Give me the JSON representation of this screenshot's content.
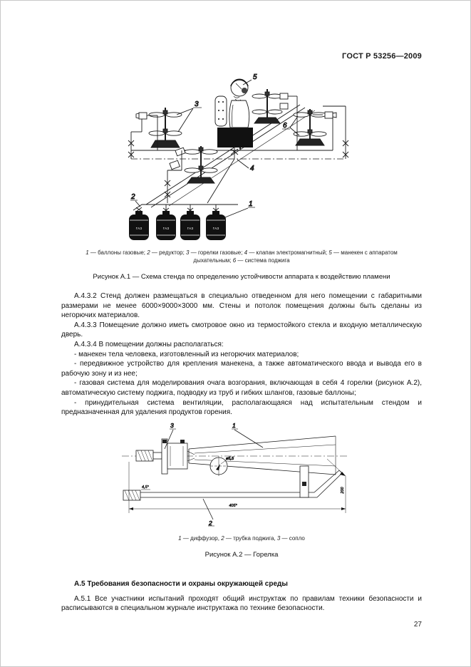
{
  "header": {
    "standard_code": "ГОСТ Р 53256—2009"
  },
  "figure_a1": {
    "caption": "Рисунок А.1 — Схема стенда по определению устойчивости аппарата к воздействию пламени",
    "legend": {
      "items": [
        {
          "num": "1",
          "rest": " — баллоны газовые; "
        },
        {
          "num": "2",
          "rest": " — редуктор; "
        },
        {
          "num": "3",
          "rest": " — горелки газовые; "
        },
        {
          "num": "4",
          "rest": " — клапан электромагнитный; "
        },
        {
          "num": "5",
          "rest": " — манекен с аппаратом дыхательным; "
        },
        {
          "num": "6",
          "rest": " — система поджига"
        }
      ]
    },
    "labels": {
      "l1": "1",
      "l2": "2",
      "l3": "3",
      "l4": "4",
      "l5": "5",
      "l6": "6"
    },
    "cylinder_label": "ГАЗ"
  },
  "body": {
    "paragraphs": [
      "А.4.3.2 Стенд должен размещаться в специально отведенном для него помещении с габаритными размерами не менее 6000×9000×3000 мм. Стены и потолок помещения должны быть сделаны из негорючих материалов.",
      "А.4.3.3 Помещение должно иметь смотровое окно из термостойкого стекла и входную металлическую дверь.",
      "А.4.3.4 В помещении должны располагаться:",
      "- манекен тела человека, изготовленный из негорючих материалов;",
      "- передвижное устройство для крепления манекена, а также автоматического ввода и вывода его в рабочую зону и из нее;",
      "- газовая система для моделирования очага возгорания, включающая в себя 4 горелки (рисунок А.2), автоматическую систему поджига, подводку из труб и гибких шлангов, газовые баллоны;",
      "- принудительная система вентиляции, располагающаяся над испытательным стендом и предназначенная для удаления продуктов горения."
    ]
  },
  "figure_a2": {
    "caption": "Рисунок А.2 — Горелка",
    "legend": {
      "items": [
        {
          "num": "1",
          "rest": " — диффузор, "
        },
        {
          "num": "2",
          "rest": " — трубка поджига, "
        },
        {
          "num": "3",
          "rest": " — сопло"
        }
      ]
    },
    "labels": {
      "l1": "1",
      "l2": "2",
      "l3": "3"
    },
    "dims": {
      "length": "405*",
      "angle": "4,5°",
      "hole": "ø5,5",
      "height": "200"
    }
  },
  "section_a5": {
    "heading": "А.5 Требования безопасности и охраны окружающей среды",
    "paragraphs": [
      "А.5.1 Все участники испытаний проходят общий инструктаж по правилам техники безопасности и расписываются в специальном журнале инструктажа по технике безопасности."
    ]
  },
  "footer": {
    "page_number": "27"
  }
}
